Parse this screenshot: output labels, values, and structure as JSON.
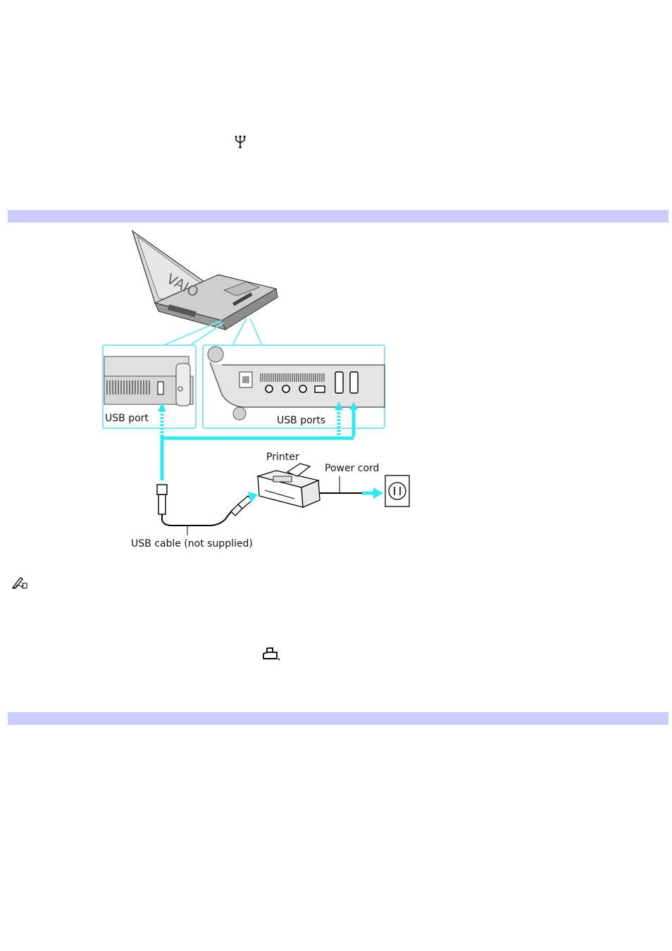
{
  "icons": {
    "usb_symbol": "usb-icon",
    "note_symbol": "note-pencil-icon",
    "printer_symbol": "printer-icon"
  },
  "colors": {
    "band": "#ccccff",
    "callout": "#7fe6f2",
    "connection_line": "#33e6f0"
  },
  "diagram": {
    "brand": "VAIO",
    "labels": {
      "usb_port": "USB port",
      "usb_ports": "USB ports",
      "printer": "Printer",
      "power_cord": "Power cord",
      "usb_cable": "USB cable (not supplied)"
    }
  }
}
